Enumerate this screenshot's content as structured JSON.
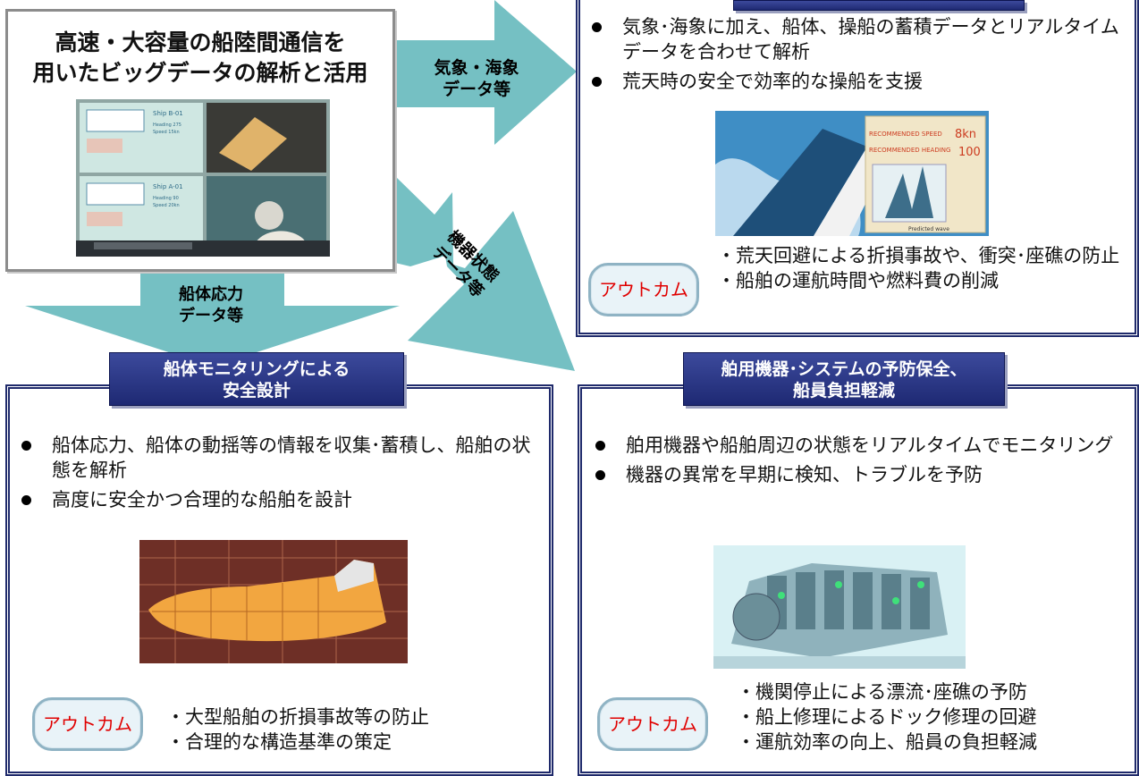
{
  "source": {
    "title": "高速・大容量の船陸間通信を\n用いたビッグデータの解析と活用",
    "screens": {
      "ship_b": "Ship B-01",
      "ship_a": "Ship A-01",
      "heading_b": "Heading 275",
      "speed_b": "Speed  15kn",
      "heading_a": "Heading 90",
      "speed_a": "Speed  20kn"
    }
  },
  "arrows": {
    "weather": "気象・海象\nデータ等",
    "hull_stress": "船体応力\nデータ等",
    "equipment": "機器状態\nデータ等"
  },
  "weather_routing": {
    "bullets": [
      "気象･海象に加え、船体、操船の蓄積データとリアルタイムデータを合わせて解析",
      "荒天時の安全で効率的な操船を支援"
    ],
    "outcome_label": "アウトカム",
    "outcomes": [
      "荒天回避による折損事故や、衝突･座礁の防止",
      "船舶の運航時間や燃料費の削減"
    ],
    "screen": {
      "speed_label": "RECOMMENDED SPEED",
      "speed_value": "8kn",
      "heading_label": "RECOMMENDED HEADING",
      "heading_value": "100",
      "wave_label": "Predicted wave"
    }
  },
  "hull_monitoring": {
    "title": "船体モニタリングによる\n安全設計",
    "bullets": [
      "船体応力、船体の動揺等の情報を収集･蓄積し、船舶の状態を解析",
      "高度に安全かつ合理的な船舶を設計"
    ],
    "outcome_label": "アウトカム",
    "outcomes": [
      "大型船舶の折損事故等の防止",
      "合理的な構造基準の策定"
    ]
  },
  "equipment_maintenance": {
    "title": "舶用機器･システムの予防保全、\n船員負担軽減",
    "bullets": [
      "舶用機器や船舶周辺の状態をリアルタイムでモニタリング",
      "機器の異常を早期に検知、トラブルを予防"
    ],
    "outcome_label": "アウトカム",
    "outcomes": [
      "機関停止による漂流･座礁の予防",
      "船上修理によるドック修理の回避",
      "運航効率の向上、船員の負担軽減"
    ]
  },
  "colors": {
    "arrow": "#75c0c3",
    "navy": "#1f2a6b",
    "outcome_text": "#e00000",
    "outcome_border": "#8fb3c4"
  }
}
